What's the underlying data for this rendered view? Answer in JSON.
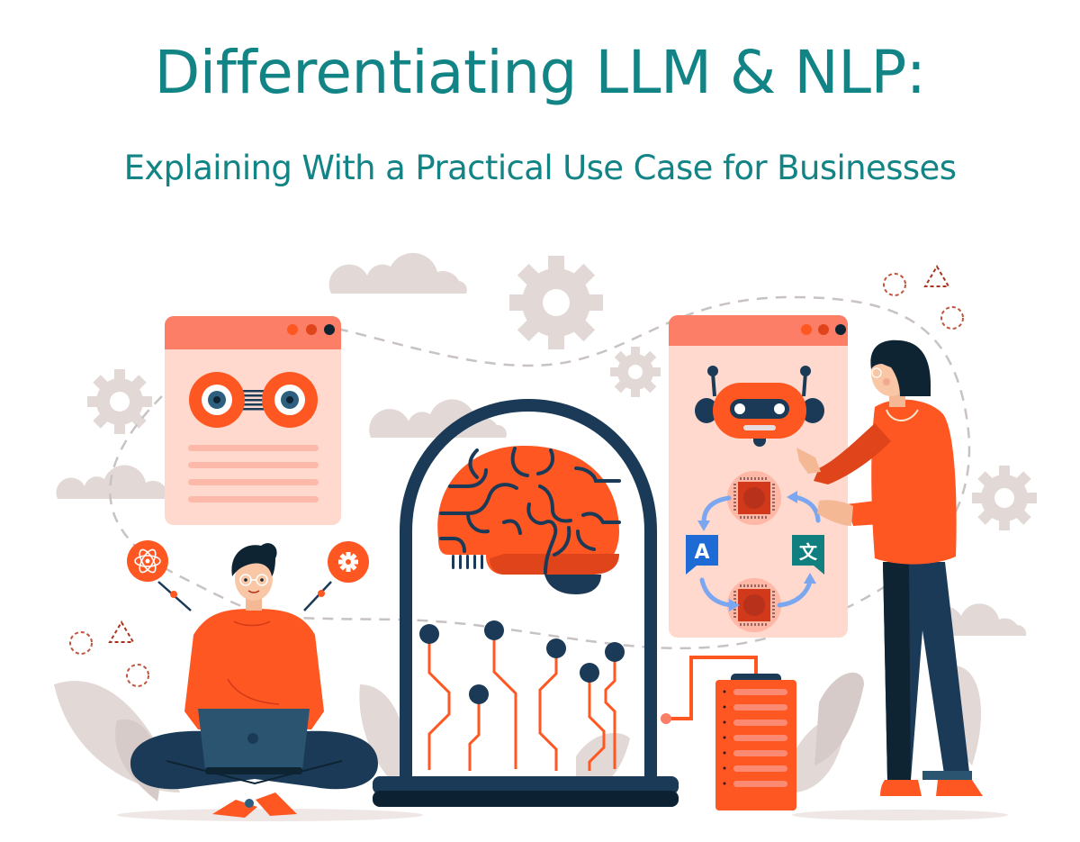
{
  "header": {
    "title": "Differentiating LLM & NLP:",
    "subtitle": "Explaining With a Practical Use Case for Businesses"
  },
  "colors": {
    "title_teal": "#138486",
    "accent_orange": "#FF5722",
    "dark_orange": "#E0441A",
    "navy": "#1B3A57",
    "panel_pink": "#FFD8CE",
    "panel_header": "#FC7E66",
    "decor_gray": "#E0D7D4",
    "translate_blue": "#1E6BD6",
    "translate_teal": "#0F7F7F",
    "arrow_blue": "#7BA7F0"
  },
  "illustration": {
    "left_window": {
      "icon": "robot-eyes-icon",
      "text_lines": 4,
      "window_dots": 3
    },
    "right_window": {
      "icon": "robot-head-icon",
      "translation_cycle": {
        "source_label": "A",
        "target_label": "文",
        "processors": [
          "cpu-chip-icon",
          "cpu-chip-icon"
        ]
      },
      "window_dots": 3
    },
    "center": {
      "icon": "brain-in-jar-icon",
      "circuit_nodes": 6
    },
    "server": {
      "icon": "server-rack-icon",
      "rows": 7
    },
    "bubbles": [
      "atom-icon",
      "gear-icon"
    ],
    "people": [
      "man-with-laptop",
      "woman-pointing"
    ]
  }
}
